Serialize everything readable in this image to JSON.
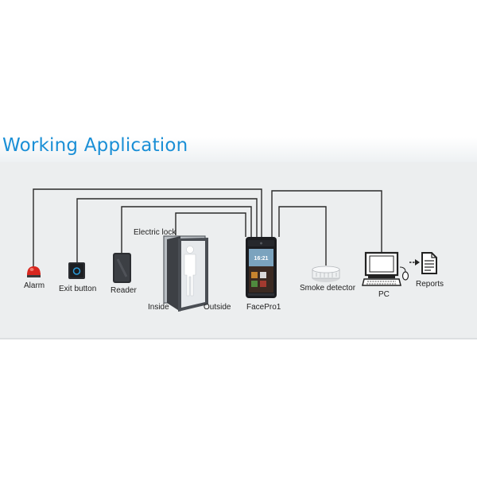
{
  "title": "Working Application",
  "labels": {
    "alarm": "Alarm",
    "exit_button": "Exit button",
    "reader": "Reader",
    "electric_lock": "Electric lock",
    "inside": "Inside",
    "outside": "Outside",
    "device": "FacePro1",
    "smoke_detector": "Smoke detector",
    "pc": "PC",
    "reports": "Reports",
    "screen_time": "16:21"
  },
  "colors": {
    "title": "#1a8fd6",
    "alarm": "#d8261e",
    "exit_button_led": "#2a9ad8",
    "panel_bg": "#eceeef"
  },
  "icons": [
    "alarm-icon",
    "exit-button-icon",
    "reader-icon",
    "door-icon",
    "person-icon",
    "facepro-device-icon",
    "smoke-detector-icon",
    "pc-icon",
    "mouse-icon",
    "arrow-icon",
    "reports-icon"
  ]
}
